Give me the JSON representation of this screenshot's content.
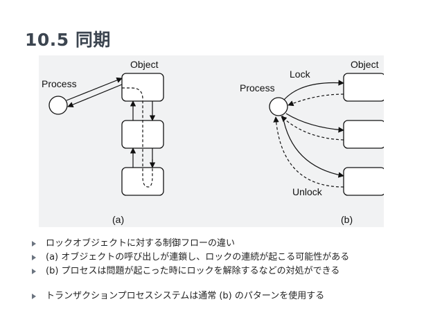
{
  "slide": {
    "title": "10.5 同期"
  },
  "figure": {
    "a": {
      "process_label": "Process",
      "object_label": "Object",
      "caption": "(a)"
    },
    "b": {
      "process_label": "Process",
      "object_label": "Object",
      "lock_label": "Lock",
      "unlock_label": "Unlock",
      "caption": "(b)"
    }
  },
  "bullets": [
    "ロックオブジェクトに対する制御フローの違い",
    "(a) オブジェクトの呼び出しが連鎖し、ロックの連続が起こる可能性がある",
    "(b) プロセスは問題が起こった時にロックを解除するなどの対処ができる",
    "トランザクションプロセスシステムは通常 (b) のパターンを使用する"
  ],
  "colors": {
    "title": "#3c4550",
    "panel_bg": "#f1f2f3",
    "bullet_marker": "#6b7480"
  }
}
